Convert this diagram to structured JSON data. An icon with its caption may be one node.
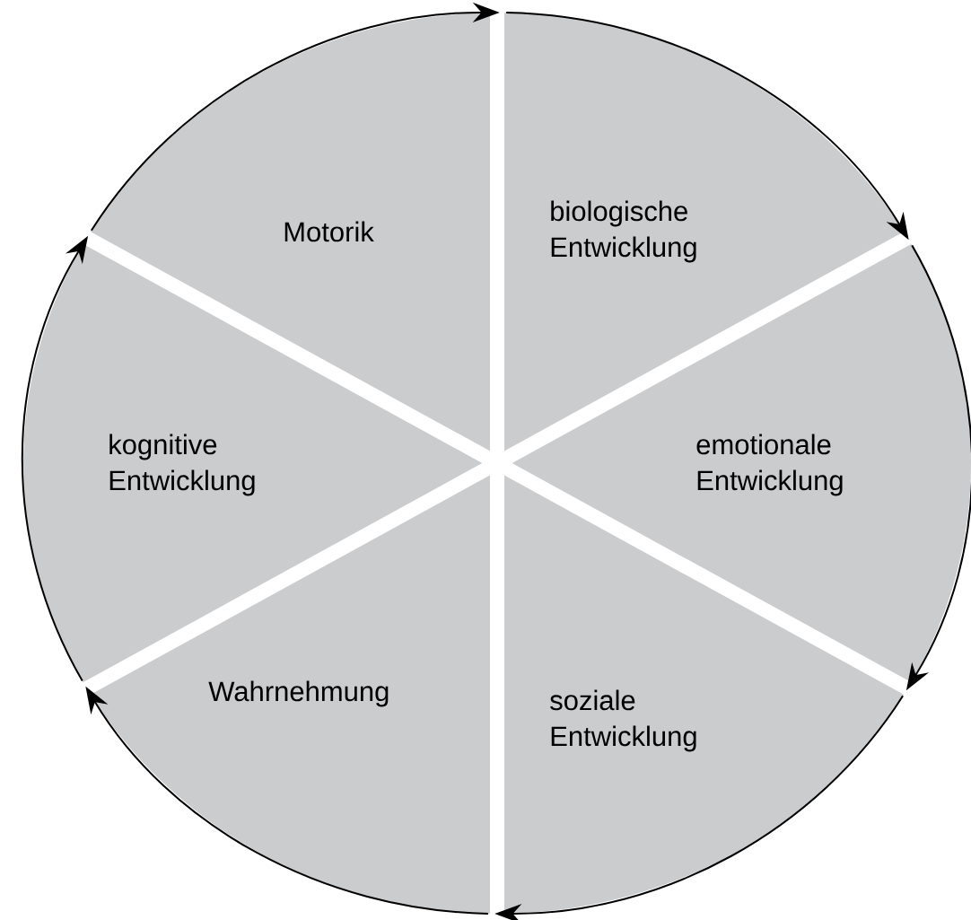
{
  "diagram": {
    "nodes": [
      {
        "text": [
          "Motorik"
        ]
      },
      {
        "text": [
          "biologische Entwicklung"
        ]
      },
      {
        "text": [
          "kognitive Entwicklung"
        ]
      },
      {
        "text": [
          "emotionale Entwicklung"
        ]
      },
      {
        "text": [
          "Wahrnehmung"
        ]
      },
      {
        "text": [
          "soziale Entwicklung"
        ]
      }
    ],
    "edges": [
      {
        "from": 0,
        "to": 1,
        "arrow": "to"
      },
      {
        "from": 1,
        "to": 3,
        "arrow": "to"
      },
      {
        "from": 3,
        "to": 5,
        "arrow": "to"
      },
      {
        "from": 5,
        "to": 4,
        "arrow": "to"
      },
      {
        "from": 4,
        "to": 2,
        "arrow": "to"
      },
      {
        "from": 2,
        "to": 0,
        "arrow": "to"
      }
    ]
  }
}
